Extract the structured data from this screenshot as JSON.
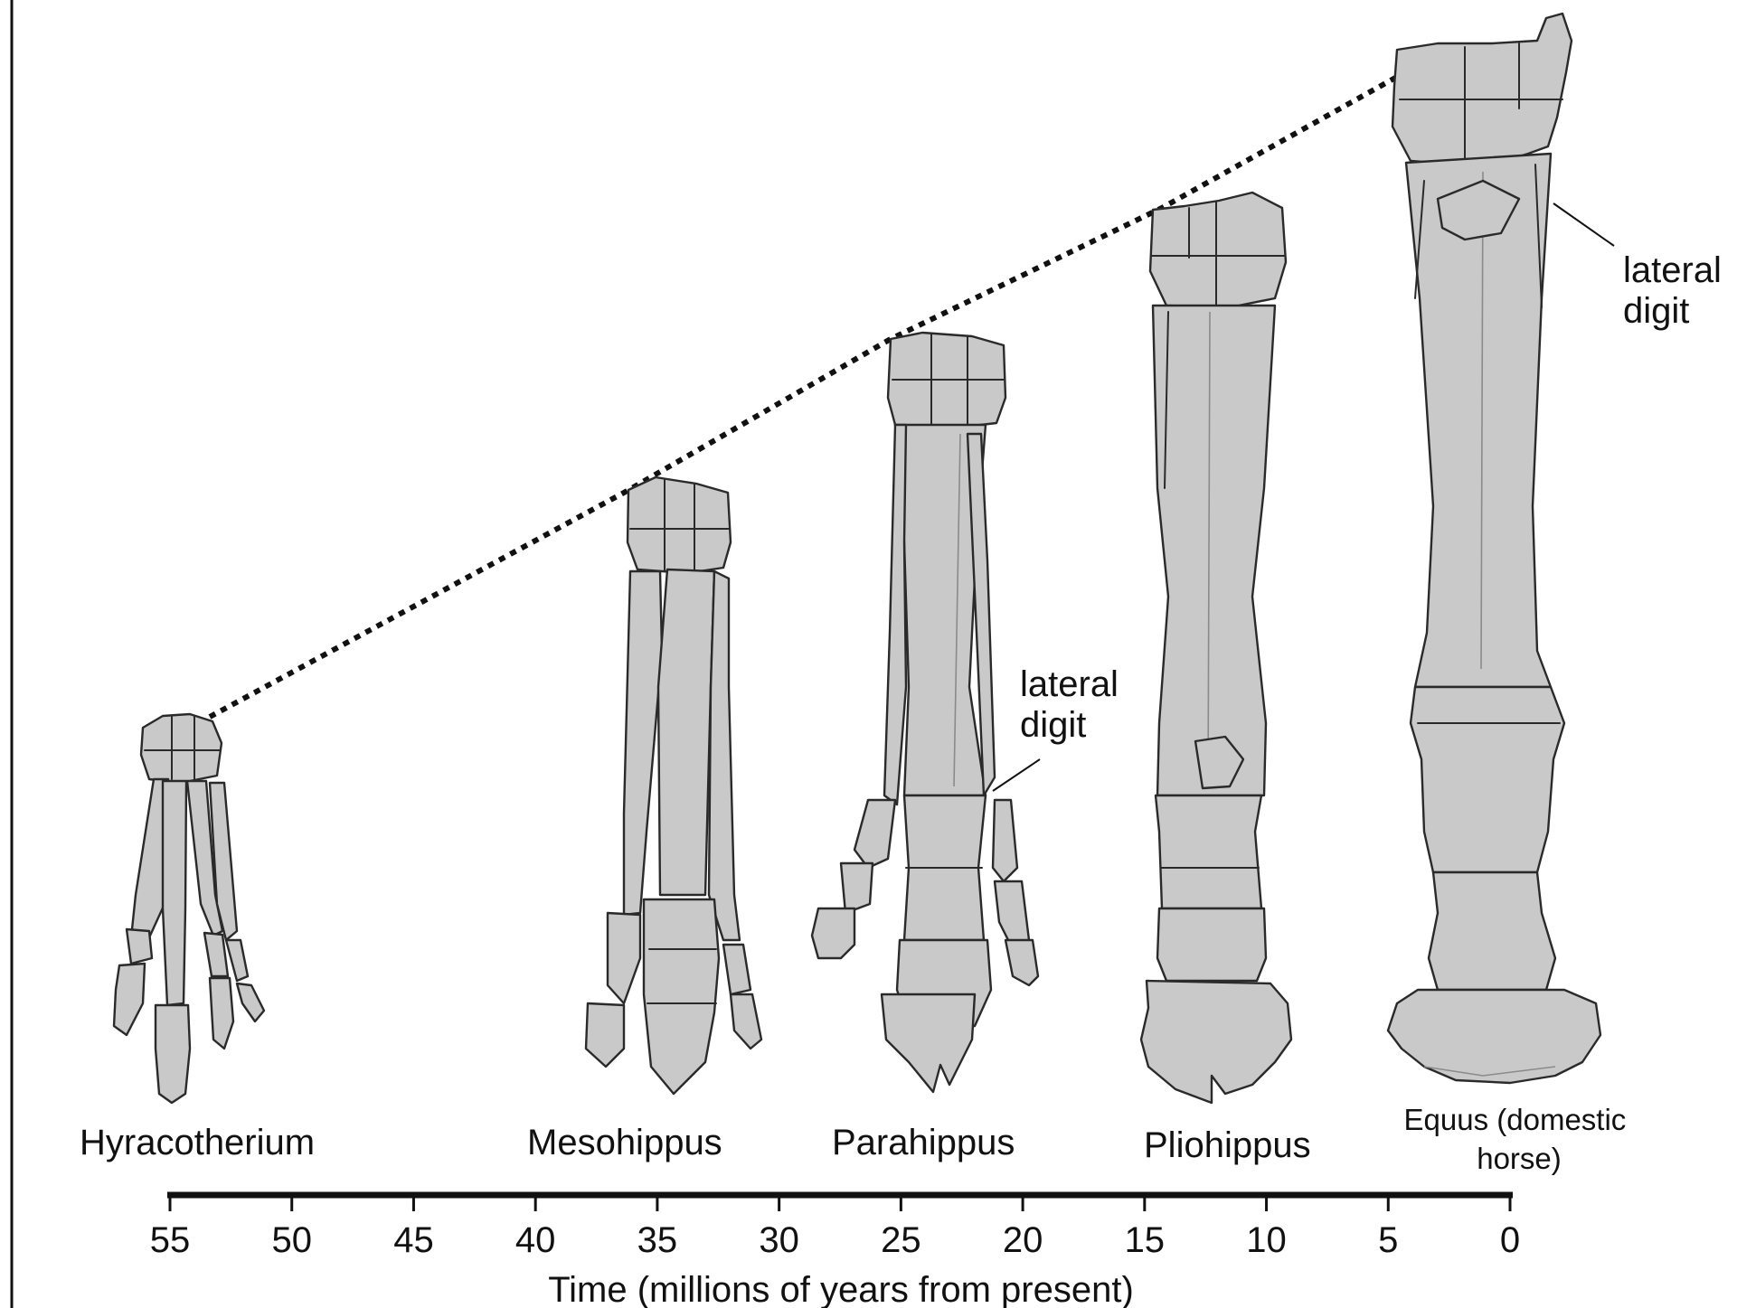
{
  "species": [
    {
      "name": "Hyracotherium"
    },
    {
      "name": "Mesohippus"
    },
    {
      "name": "Parahippus"
    },
    {
      "name": "Pliohippus"
    },
    {
      "name": "Equus (domestic",
      "name_line2": "horse)"
    }
  ],
  "annotations": {
    "parahippus_digit": {
      "line1": "lateral",
      "line2": "digit"
    },
    "equus_digit": {
      "line1": "lateral",
      "line2": "digit"
    }
  },
  "axis": {
    "label": "Time (millions of years from present)",
    "ticks": [
      "55",
      "50",
      "45",
      "40",
      "35",
      "30",
      "25",
      "20",
      "15",
      "10",
      "5",
      "0"
    ]
  },
  "colors": {
    "bone_fill": "#c9c9c9",
    "outline": "#2a2a2a",
    "trend_line": "#111111"
  }
}
